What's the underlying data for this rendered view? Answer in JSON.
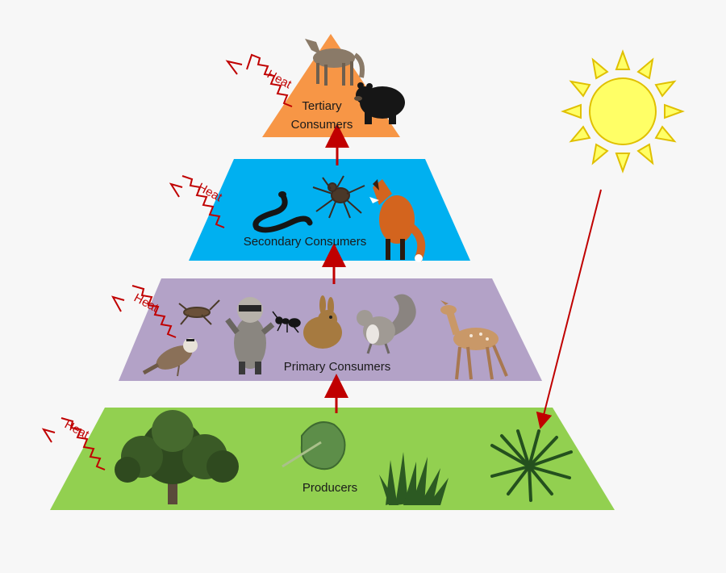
{
  "levels": {
    "tertiary": {
      "label_line1": "Tertiary",
      "label_line2": "Consumers",
      "color": "#f79646"
    },
    "secondary": {
      "label": "Secondary Consumers",
      "color": "#00b0f0"
    },
    "primary": {
      "label": "Primary Consumers",
      "color": "#b3a2c7"
    },
    "producers": {
      "label": "Producers",
      "color": "#92d050"
    }
  },
  "heat": [
    "Heat",
    "Heat",
    "Heat",
    "Heat"
  ],
  "colors": {
    "energy_arrow": "#c00000",
    "sun_fill": "#ffff66",
    "sun_stroke": "#e0c000"
  },
  "icons": {
    "tertiary": [
      "coyote-icon",
      "bear-icon"
    ],
    "secondary": [
      "snake-icon",
      "spider-icon",
      "fox-icon"
    ],
    "primary": [
      "cricket-icon",
      "sparrow-icon",
      "raccoon-icon",
      "ant-icon",
      "rabbit-icon",
      "squirrel-icon",
      "deer-icon"
    ],
    "producers": [
      "tree-icon",
      "leaf-icon",
      "grass-icon",
      "fern-icon"
    ],
    "sun": "sun-icon"
  }
}
